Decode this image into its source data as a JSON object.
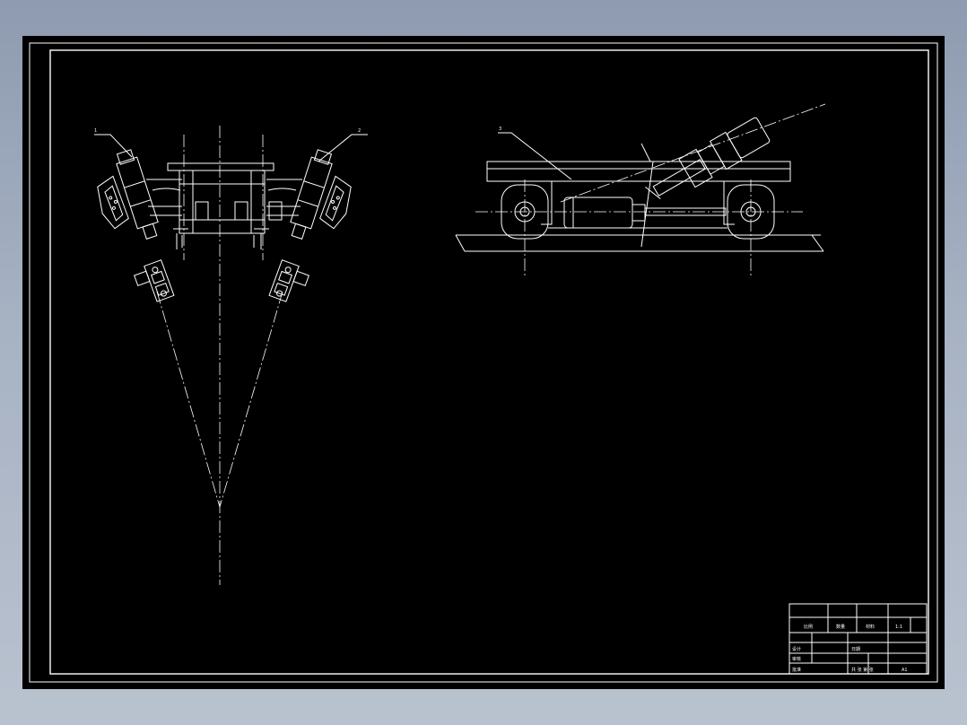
{
  "drawing": {
    "callouts": {
      "left": "1",
      "right": "2",
      "side": "3"
    }
  },
  "title_block": {
    "labels": {
      "ratio": "比例",
      "qty": "数量",
      "material": "材料",
      "scale": "1:1",
      "sheet": "共 张 第 张",
      "designer": "设计",
      "checker": "审核",
      "approve": "批准",
      "date": "日期"
    },
    "note": "A1"
  }
}
